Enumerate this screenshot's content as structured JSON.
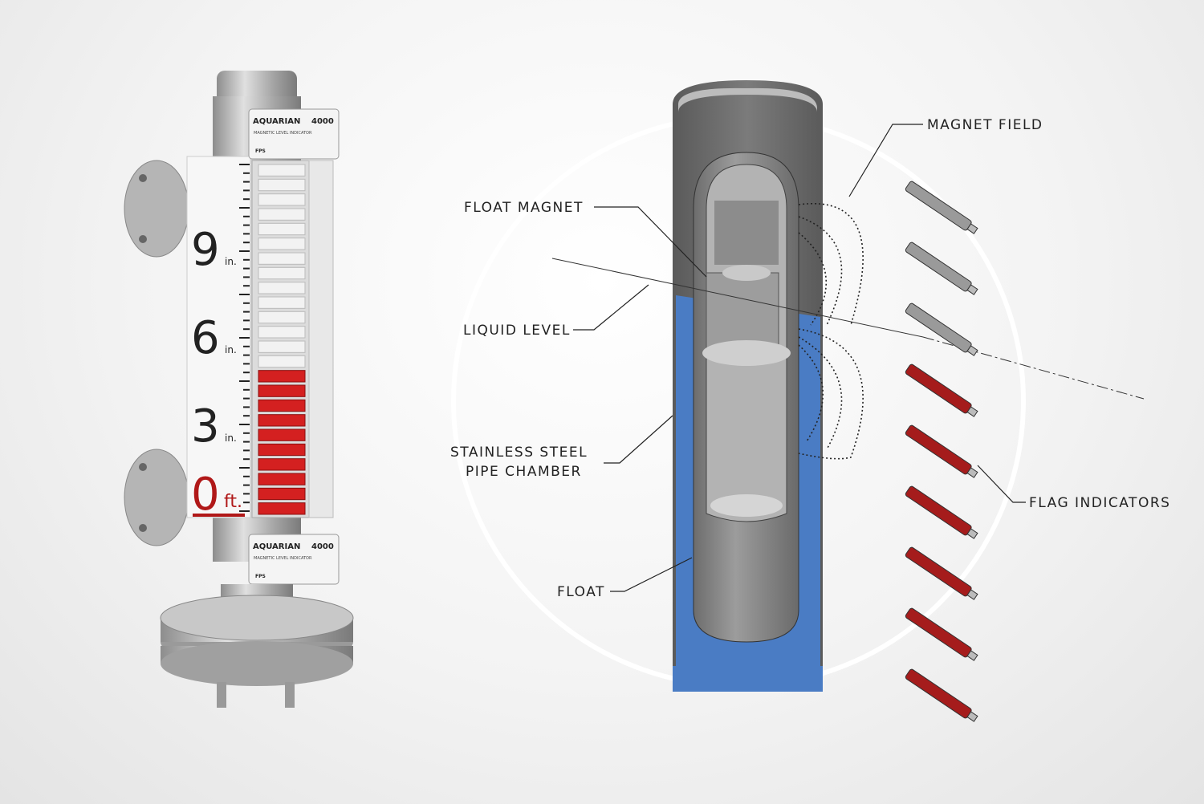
{
  "device": {
    "top_plate": {
      "brand": "AQUARIAN",
      "model": "4000",
      "subtitle": "MAGNETIC LEVEL INDICATOR"
    },
    "bottom_plate": {
      "brand": "AQUARIAN",
      "model": "4000",
      "subtitle": "MAGNETIC LEVEL INDICATOR"
    },
    "logo_text": "FPS",
    "scale": [
      {
        "value": "9",
        "unit": "in."
      },
      {
        "value": "6",
        "unit": "in."
      },
      {
        "value": "3",
        "unit": "in."
      },
      {
        "value": "0",
        "unit": "ft."
      }
    ],
    "flags_total": 24,
    "flags_red": 10,
    "colors": {
      "flag_red": "#d42020",
      "flag_white": "#f2f2f2",
      "steel": "#a9a9a9"
    }
  },
  "diagram": {
    "labels": {
      "magnet_field": "MAGNET FIELD",
      "float_magnet": "FLOAT MAGNET",
      "liquid_level": "LIQUID LEVEL",
      "pipe_chamber_1": "STAINLESS STEEL",
      "pipe_chamber_2": "PIPE CHAMBER",
      "float": "FLOAT",
      "flag_indicators": "FLAG INDICATORS"
    },
    "colors": {
      "liquid": "#4a7cc4",
      "pipe": "#6f6f6f",
      "float": "#8a8a8a",
      "flag_grey": "#9a9a9a",
      "flag_red": "#a51c1c"
    }
  }
}
